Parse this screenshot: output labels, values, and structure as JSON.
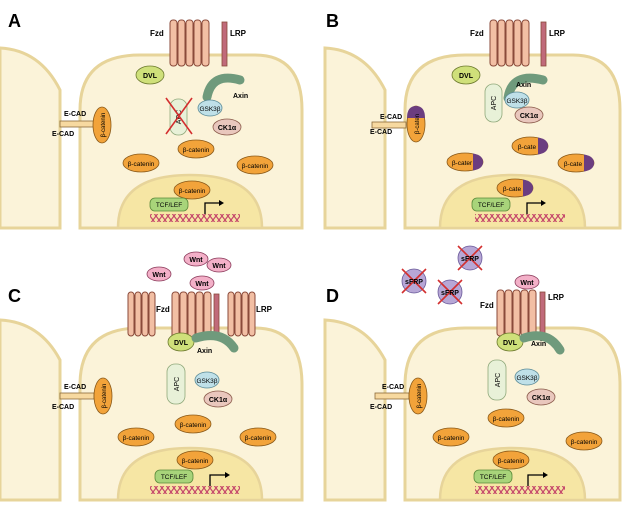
{
  "panels": [
    {
      "id": "A",
      "label": "A",
      "membrane": {
        "fzd": "Fzd",
        "lrp": "LRP"
      },
      "cytoplasm": {
        "dvl": "DVL",
        "axin": "Axin",
        "apc": "APC",
        "gsk": "GSK3β",
        "ck1": "CK1α"
      },
      "adhesion": {
        "ecad_top": "E-CAD",
        "ecad_bottom": "E-CAD",
        "bcat": "β-catenin"
      },
      "bcat_free": [
        "β-catenin",
        "β-catenin"
      ],
      "nucleus": {
        "bcat": "β-catenin",
        "tcf": "TCF/LEF"
      }
    },
    {
      "id": "B",
      "label": "B",
      "membrane": {
        "fzd": "Fzd",
        "lrp": "LRP"
      },
      "cytoplasm": {
        "dvl": "DVL",
        "axin": "Axin",
        "apc": "APC",
        "gsk": "GSK3β",
        "ck1": "CK1α"
      },
      "adhesion": {
        "ecad_top": "E-CAD",
        "ecad_bottom": "E-CAD",
        "bcat": "β-caten"
      },
      "bcat_free": [
        "β-cater",
        "β-cate",
        "β-cate"
      ],
      "nucleus": {
        "bcat": "β-cate",
        "tcf": "TCF/LEF"
      }
    },
    {
      "id": "C",
      "label": "C",
      "ligands": [
        "Wnt",
        "Wnt",
        "Wnt"
      ],
      "membrane": {
        "fzd": "Fzd",
        "lrp": "LRP"
      },
      "cytoplasm": {
        "dvl": "DVL",
        "axin": "Axin",
        "apc": "APC",
        "gsk": "GSK3β",
        "ck1": "CK1α"
      },
      "adhesion": {
        "ecad_top": "E-CAD",
        "ecad_bottom": "E-CAD",
        "bcat": "β-catenin"
      },
      "bcat_free": [
        "β-catenin",
        "β-catenin",
        "β-catenin"
      ],
      "nucleus": {
        "bcat": "β-catenin",
        "tcf": "TCF/LEF"
      }
    },
    {
      "id": "D",
      "label": "D",
      "ligands": [
        "Wnt"
      ],
      "sfrp": [
        "sFRP",
        "sFRP",
        "sFRP"
      ],
      "membrane": {
        "fzd": "Fzd",
        "lrp": "LRP"
      },
      "cytoplasm": {
        "dvl": "DVL",
        "axin": "Axin",
        "apc": "APC",
        "gsk": "GSK3β",
        "ck1": "CK1α"
      },
      "adhesion": {
        "ecad_top": "E-CAD",
        "ecad_bottom": "E-CAD",
        "bcat": "β-catenin"
      },
      "bcat_free": [
        "β-catenin",
        "β-catenin",
        "β-catenin"
      ],
      "nucleus": {
        "bcat": "β-catenin",
        "tcf": "TCF/LEF"
      }
    }
  ],
  "colors": {
    "cell_fill": "#fbf3d9",
    "cell_stroke": "#e7d49a",
    "nucleus_fill": "#f6e6a4",
    "receptor": "#f2bfa4",
    "receptor_stroke": "#8a4a3a",
    "dvl": "#cfe07a",
    "axin": "#6f9a7c",
    "apc": "#e8f1d8",
    "gsk": "#bfe0e8",
    "ck1": "#e9c7bd",
    "bcat": "#f2a33a",
    "phospho": "#6b3d80",
    "tcf": "#a8d47a",
    "wnt": "#f3b0c8",
    "sfrp": "#b7a7d6",
    "cross": "#d32f2f",
    "dna": "#c4456a"
  }
}
